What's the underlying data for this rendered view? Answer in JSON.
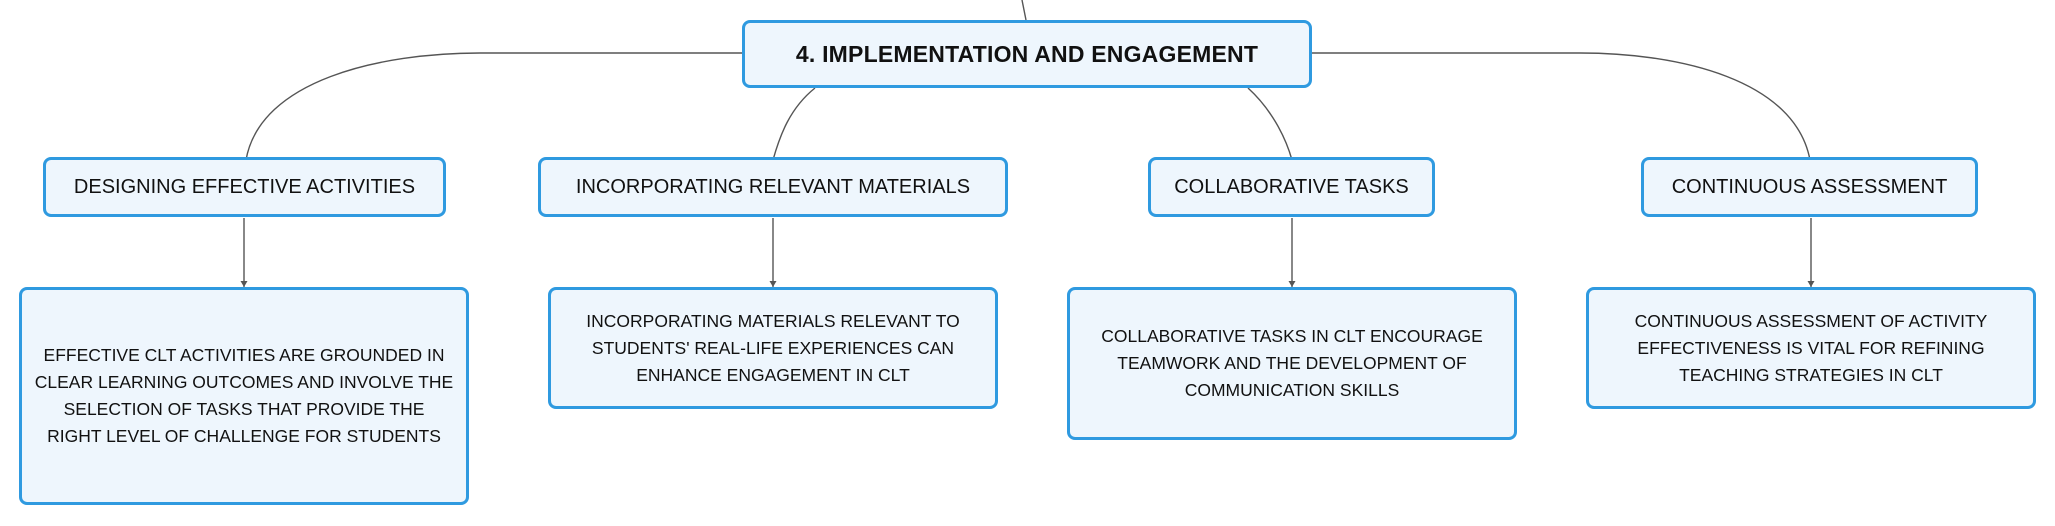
{
  "root": {
    "label": "4. IMPLEMENTATION AND ENGAGEMENT"
  },
  "branches": [
    {
      "label": "DESIGNING EFFECTIVE ACTIVITIES",
      "detail": "EFFECTIVE CLT ACTIVITIES ARE GROUNDED IN CLEAR LEARNING OUTCOMES AND INVOLVE THE SELECTION OF TASKS THAT PROVIDE THE RIGHT LEVEL OF CHALLENGE FOR STUDENTS"
    },
    {
      "label": "INCORPORATING RELEVANT MATERIALS",
      "detail": "INCORPORATING MATERIALS RELEVANT TO STUDENTS' REAL-LIFE EXPERIENCES CAN ENHANCE ENGAGEMENT IN CLT"
    },
    {
      "label": "COLLABORATIVE TASKS",
      "detail": "COLLABORATIVE TASKS IN CLT ENCOURAGE TEAMWORK AND THE DEVELOPMENT OF COMMUNICATION SKILLS"
    },
    {
      "label": "CONTINUOUS ASSESSMENT",
      "detail": "CONTINUOUS ASSESSMENT OF ACTIVITY EFFECTIVENESS IS VITAL FOR REFINING TEACHING STRATEGIES IN CLT"
    }
  ],
  "colors": {
    "border": "#2f9ae0",
    "fill": "#eef6fd",
    "connector": "#555555"
  }
}
